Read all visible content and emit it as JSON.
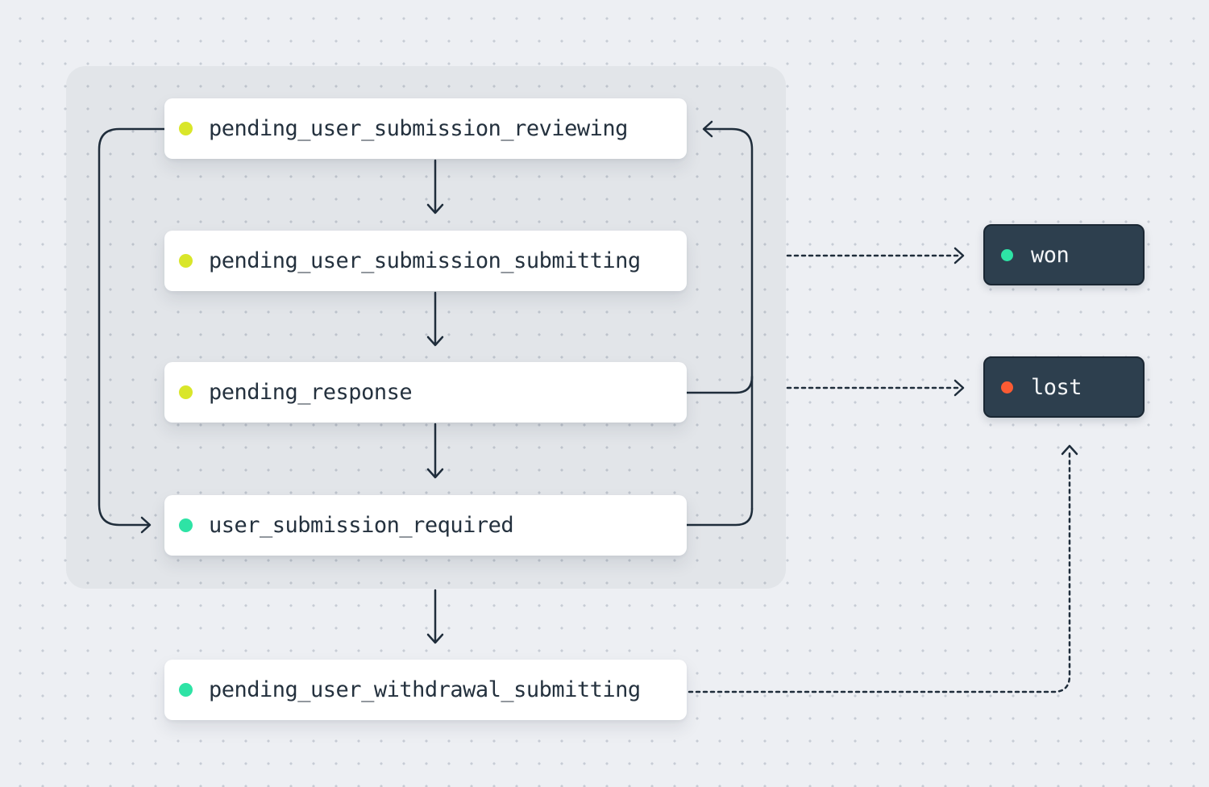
{
  "page": {
    "background_color": "#edeff3",
    "dot_grid_color": "#c7ccd5"
  },
  "group": {
    "background_color": "#e2e5e9"
  },
  "colors": {
    "edge_line": "#1f2d3b",
    "pending_dot": "#d9e62a",
    "active_dot": "#2ee3a5",
    "lost_dot": "#fb5b33",
    "terminal_background": "#2d3f4e",
    "node_background": "#ffffff",
    "node_text": "#24313e",
    "terminal_text": "#f4f6f8"
  },
  "states": [
    {
      "label": "pending_user_submission_reviewing",
      "dot_color": "#d9e62a"
    },
    {
      "label": "pending_user_submission_submitting",
      "dot_color": "#d9e62a"
    },
    {
      "label": "pending_response",
      "dot_color": "#d9e62a"
    },
    {
      "label": "user_submission_required",
      "dot_color": "#2ee3a5"
    },
    {
      "label": "pending_user_withdrawal_submitting",
      "dot_color": "#2ee3a5"
    }
  ],
  "terminal_states": [
    {
      "label": "won",
      "dot_color": "#2ee3a5",
      "background_color": "#2d3f4e"
    },
    {
      "label": "lost",
      "dot_color": "#fb5b33",
      "background_color": "#2d3f4e"
    }
  ],
  "edges": [
    {
      "from": "pending_user_submission_reviewing",
      "to": "pending_user_submission_submitting",
      "style": "solid"
    },
    {
      "from": "pending_user_submission_submitting",
      "to": "pending_response",
      "style": "solid"
    },
    {
      "from": "pending_response",
      "to": "user_submission_required",
      "style": "solid"
    },
    {
      "from": "pending_user_submission_reviewing",
      "to": "user_submission_required",
      "style": "solid"
    },
    {
      "from": "pending_response",
      "to": "pending_user_submission_reviewing",
      "style": "solid"
    },
    {
      "from": "user_submission_required",
      "to": "pending_user_submission_reviewing",
      "style": "solid"
    },
    {
      "from": "group",
      "to": "pending_user_withdrawal_submitting",
      "style": "solid"
    },
    {
      "from": "group",
      "to": "won",
      "style": "dashed"
    },
    {
      "from": "group",
      "to": "lost",
      "style": "dashed"
    },
    {
      "from": "pending_user_withdrawal_submitting",
      "to": "lost",
      "style": "dashed"
    }
  ]
}
